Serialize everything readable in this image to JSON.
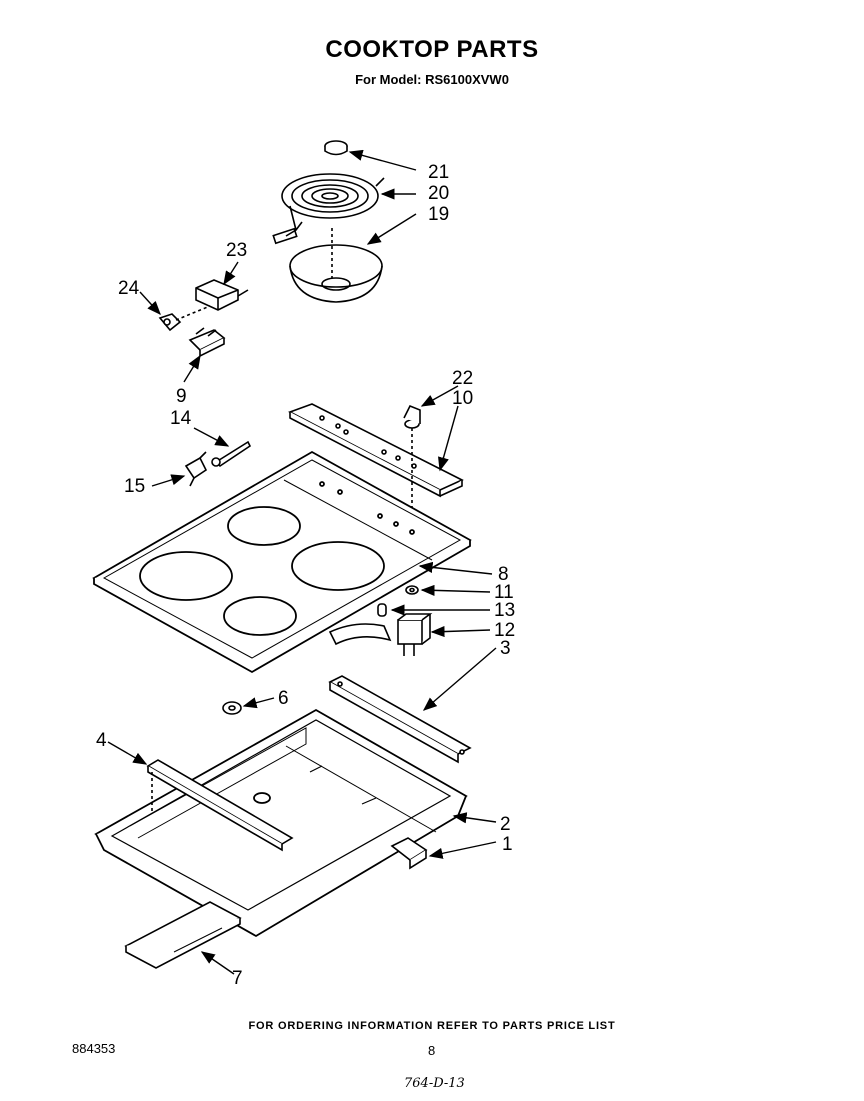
{
  "title": "COOKTOP PARTS",
  "subtitle": "For Model: RS6100XVW0",
  "callouts": [
    {
      "id": "21",
      "label": "21"
    },
    {
      "id": "20",
      "label": "20"
    },
    {
      "id": "19",
      "label": "19"
    },
    {
      "id": "23",
      "label": "23"
    },
    {
      "id": "24",
      "label": "24"
    },
    {
      "id": "9",
      "label": "9"
    },
    {
      "id": "22",
      "label": "22"
    },
    {
      "id": "10",
      "label": "10"
    },
    {
      "id": "14",
      "label": "14"
    },
    {
      "id": "15",
      "label": "15"
    },
    {
      "id": "8",
      "label": "8"
    },
    {
      "id": "11",
      "label": "11"
    },
    {
      "id": "13",
      "label": "13"
    },
    {
      "id": "12",
      "label": "12"
    },
    {
      "id": "3",
      "label": "3"
    },
    {
      "id": "6",
      "label": "6"
    },
    {
      "id": "4",
      "label": "4"
    },
    {
      "id": "2",
      "label": "2"
    },
    {
      "id": "1",
      "label": "1"
    },
    {
      "id": "7",
      "label": "7"
    }
  ],
  "footer": {
    "ordering_note": "FOR ORDERING INFORMATION REFER TO PARTS PRICE LIST",
    "doc_number": "884353",
    "page_number": "8",
    "handwritten_code": "764-D-13"
  }
}
